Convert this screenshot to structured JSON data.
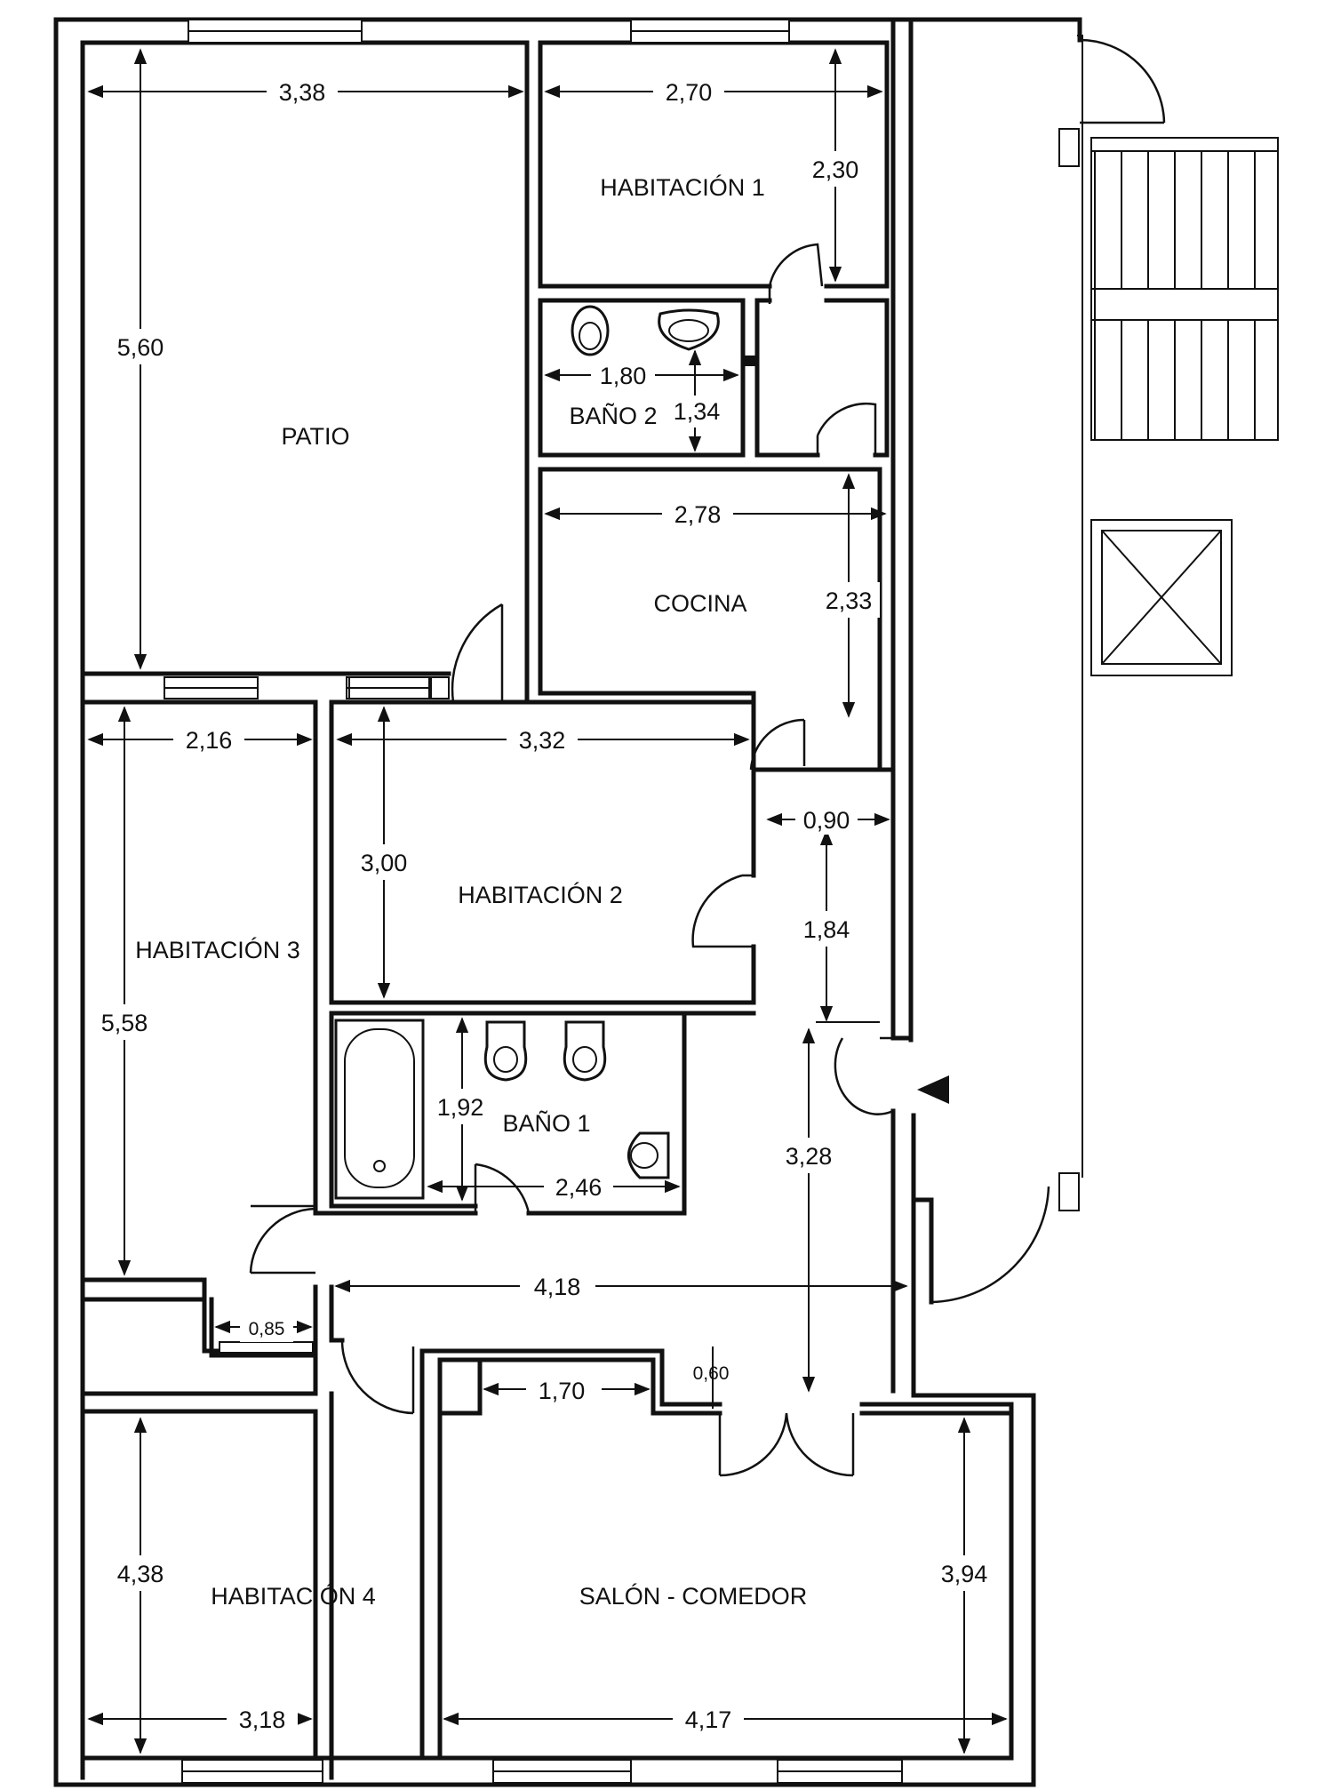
{
  "rooms": {
    "patio": "PATIO",
    "habitacion_1": "HABITACIÓN 1",
    "bano_2": "BAÑO 2",
    "cocina": "COCINA",
    "habitacion_2": "HABITACIÓN 2",
    "habitacion_3": "HABITACIÓN 3",
    "bano_1": "BAÑO 1",
    "habitacion_4": "HABITACIÓN 4",
    "salon_comedor": "SALÓN - COMEDOR"
  },
  "dimensions": {
    "patio_width": "3,38",
    "patio_height": "5,60",
    "hab1_width": "2,70",
    "hab1_height": "2,30",
    "bano2_width": "1,80",
    "bano2_height": "1,34",
    "cocina_width": "2,78",
    "cocina_height": "2,33",
    "hab3_width": "2,16",
    "hab3_height": "5,58",
    "hab2_width": "3,32",
    "hab2_height": "3,00",
    "hall_width": "0,90",
    "hall_height": "1,84",
    "bano1_height": "1,92",
    "bano1_width": "2,46",
    "corridor_height": "3,28",
    "corridor_width": "4,18",
    "closet_width": "0,85",
    "salon_niche_width": "1,70",
    "salon_niche_depth": "0,60",
    "hab4_height": "4,38",
    "hab4_width": "3,18",
    "salon_height": "3,94",
    "salon_width": "4,17"
  }
}
